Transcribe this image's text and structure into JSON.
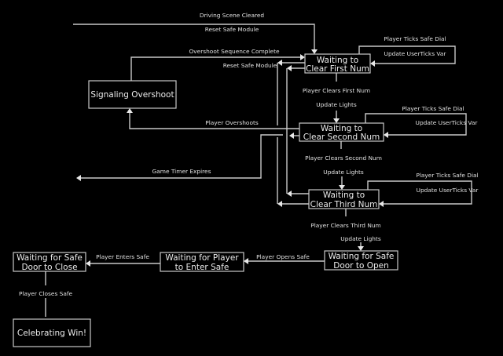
{
  "colors": {
    "background": "#000000",
    "lines": "#c8c8c8",
    "text": "#e0e0e0"
  },
  "states": {
    "first": [
      "Waiting to",
      "Clear First Num"
    ],
    "second": [
      "Waiting to",
      "Clear Second Num"
    ],
    "third": [
      "Waiting to",
      "Clear Third Num"
    ],
    "overshoot": [
      "Signaling Overshoot"
    ],
    "door_open": [
      "Waiting for Safe",
      "Door to Open"
    ],
    "enter_safe": [
      "Waiting for Player",
      "to Enter Safe"
    ],
    "door_close": [
      "Waiting for Safe",
      "Door to Close"
    ],
    "win": [
      "Celebrating Win!"
    ]
  },
  "transitions": {
    "driving_cleared": {
      "event": "Driving Scene Cleared",
      "action": "Reset Safe Module"
    },
    "overshoot_complete": {
      "event": "Overshoot Sequence Complete",
      "action": "Reset Safe Module"
    },
    "ticks1": {
      "event": "Player Ticks Safe Dial",
      "action": "Update UserTicks Var"
    },
    "ticks2": {
      "event": "Player Ticks Safe Dial",
      "action": "Update UserTicks Var"
    },
    "ticks3": {
      "event": "Player Ticks Safe Dial",
      "action": "Update UserTicks Var"
    },
    "clear1": {
      "event": "Player Clears First Num",
      "action": "Update Lights"
    },
    "clear2": {
      "event": "Player Clears Second Num",
      "action": "Update Lights"
    },
    "clear3": {
      "event": "Player Clears Third Num",
      "action": "Update Lights"
    },
    "player_overshoots": {
      "event": "Player Overshoots"
    },
    "timer_expires": {
      "event": "Game Timer Expires"
    },
    "opens_safe": {
      "event": "Player Opens Safe"
    },
    "enters_safe": {
      "event": "Player Enters Safe"
    },
    "closes_safe": {
      "event": "Player Closes Safe"
    }
  }
}
